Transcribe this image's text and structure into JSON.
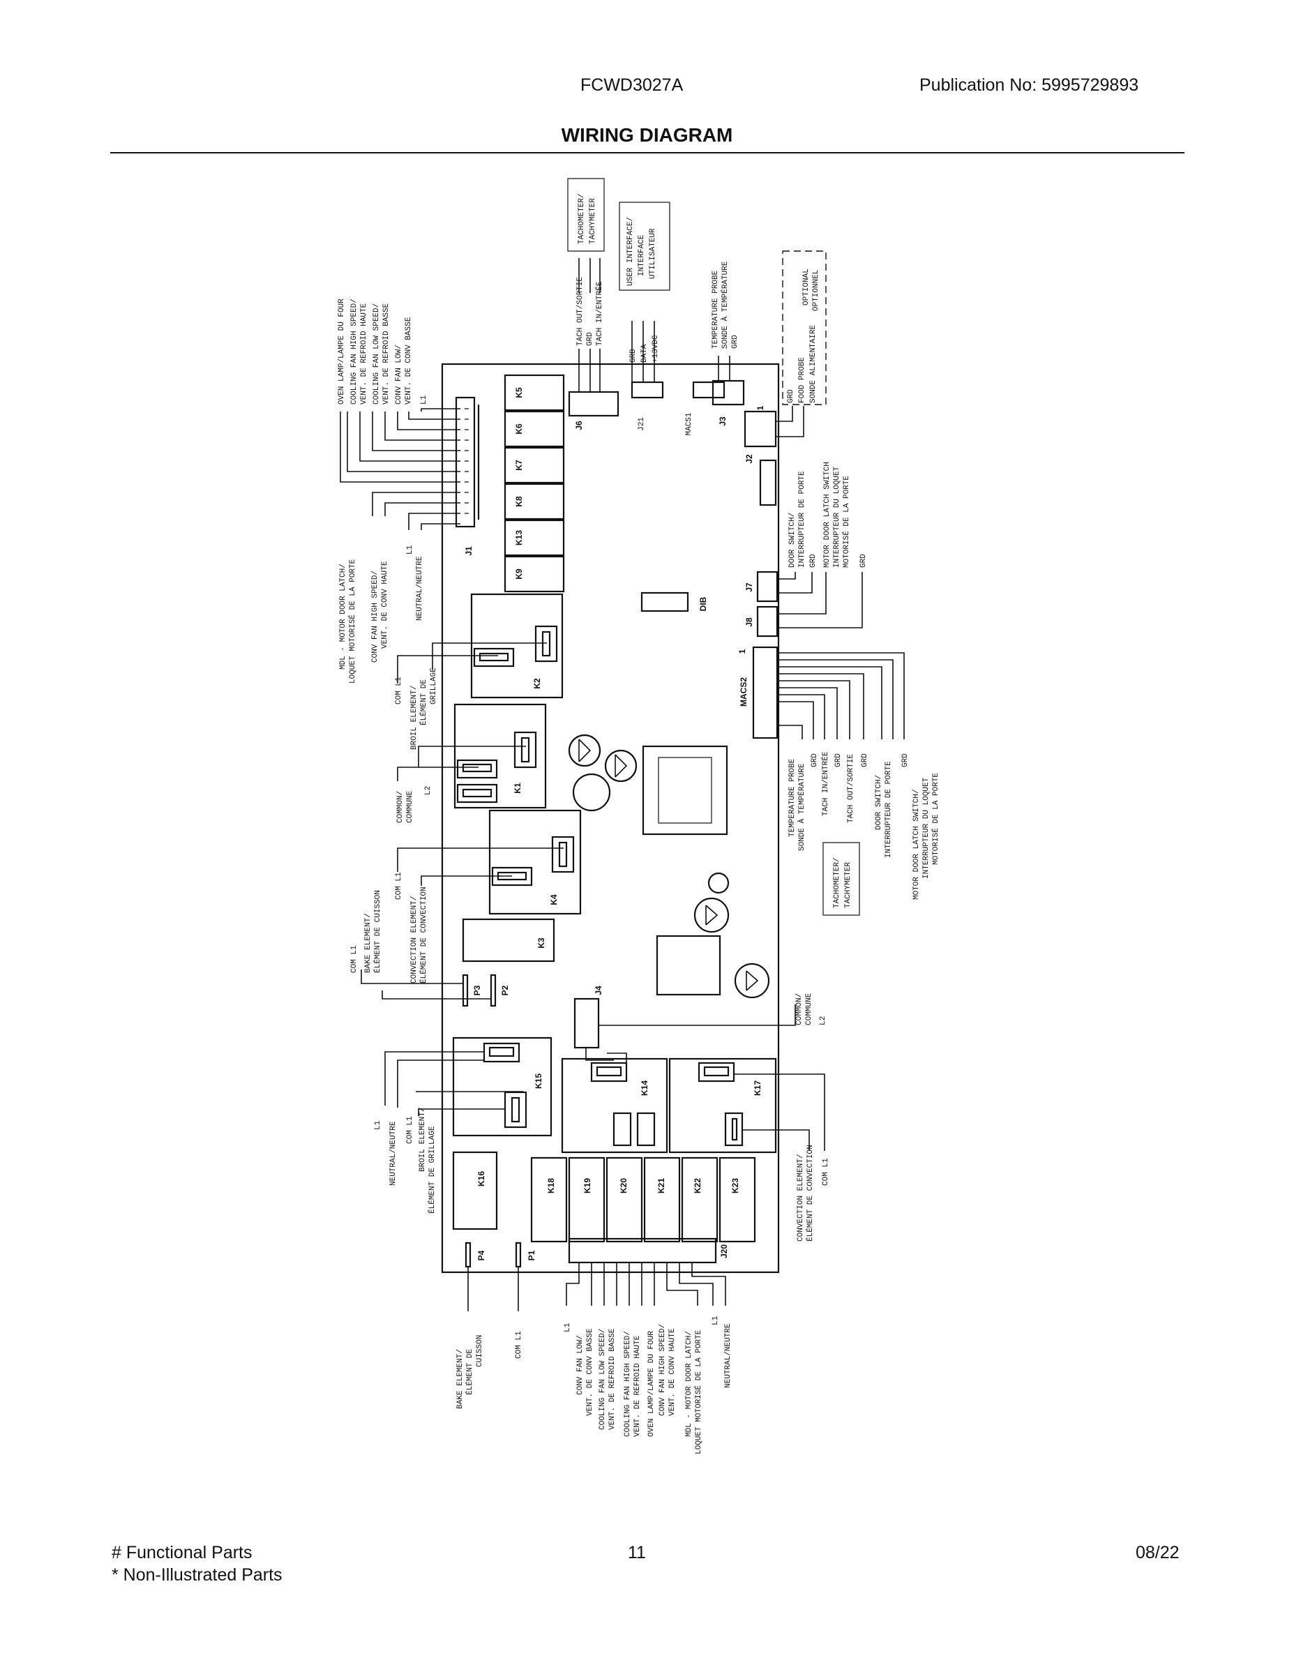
{
  "header": {
    "model": "FCWD3027A",
    "publication": "Publication No:  5995729893",
    "title": "WIRING DIAGRAM"
  },
  "footer": {
    "legend_functional": "# Functional Parts",
    "legend_non_illustrated": "* Non-Illustrated Parts",
    "page_number": "11",
    "date": "08/22"
  },
  "components": {
    "relays": [
      "K5",
      "K6",
      "K7",
      "K8",
      "K13",
      "K9",
      "K2",
      "K1",
      "K4",
      "K3",
      "K15",
      "K14",
      "K17",
      "K16",
      "K18",
      "K19",
      "K20",
      "K21",
      "K22",
      "K23"
    ],
    "connectors": [
      "J1",
      "J2",
      "J3",
      "J4",
      "J6",
      "J7",
      "J8",
      "J20",
      "J21",
      "MACS1",
      "MACS2",
      "DIB",
      "P1",
      "P2",
      "P3",
      "P4"
    ]
  },
  "labels": {
    "j1_top_1": "OVEN LAMP/LAMPE DU FOUR",
    "j1_top_2": "COOLING FAN HIGH SPEED/",
    "j1_top_3": "VENT. DE REFROID HAUTE",
    "j1_top_4": "COOLING FAN LOW SPEED/",
    "j1_top_5": "VENT. DE REFROID BASSE",
    "j1_top_6": "CONV FAN LOW/",
    "j1_top_7": "VENT. DE CONV BASSE",
    "j1_top_8": "L1",
    "j1_bot_1": "MDL - MOTOR DOOR LATCH/",
    "j1_bot_2": "LOQUET MOTORISÉ DE LA PORTE",
    "j1_bot_3": "CONV FAN HIGH SPEED/",
    "j1_bot_4": "VENT. DE CONV HAUTE",
    "j1_bot_5": "L1",
    "j1_bot_6": "NEUTRAL/NEUTRE",
    "k2_1": "COM L1",
    "k2_2": "BROIL ELEMENT/",
    "k2_3": "ÉLÉMENT DE",
    "k2_4": "GRILLAGE",
    "k1_1": "COMMON/",
    "k1_2": "COMMUNE",
    "k1_3": "L2",
    "k4_1": "COM L1",
    "k4_2": "CONVECTION ELEMENT/",
    "k4_3": "ÉLÉMENT DE CONVECTION",
    "p2_1": "COM L1",
    "p2_2": "BAKE ELEMENT/",
    "p2_3": "ÉLÉMENT DE CUISSON",
    "k15_1": "L1",
    "k15_2": "NEUTRAL/NEUTRE",
    "k15_3": "COM L1",
    "k15_4": "BROIL ELEMENT/",
    "k15_5": "ÉLÉMENT DE GRILLAGE",
    "p4_1": "BAKE ELEMENT/",
    "p4_2": "ÉLÉMENT DE",
    "p4_3": "CUISSON",
    "p3_1": "COM L1",
    "j20_1": "L1",
    "j20_2": "CONV FAN LOW/",
    "j20_3": "VENT. DE CONV BASSE",
    "j20_4": "COOLING FAN LOW SPEED/",
    "j20_5": "VENT. DE REFROID BASSE",
    "j20_6": "COOLING FAN HIGH SPEED/",
    "j20_7": "VENT. DE REFROID HAUTE",
    "j20_8": "OVEN LAMP/LAMPE DU FOUR",
    "j20_9": "CONV FAN HIGH SPEED/",
    "j20_10": "VENT. DE CONV HAUTE",
    "j20_11": "MDL - MOTOR DOOR LATCH/",
    "j20_12": "LOQUET MOTORISÉ DE LA PORTE",
    "j20_13": "L1",
    "j20_14": "NEUTRAL/NEUTRE",
    "j6_1": "TACH OUT/SORTIE",
    "j6_2": "GRD",
    "j6_3": "TACH IN/ENTRÉE",
    "tach_box_1": "TACHOMETER/",
    "tach_box_2": "TACHYMETER",
    "macs_1": "GRD",
    "macs_2": "DATA",
    "macs_3": "+13VDC",
    "ui_box_1": "USER INTERFACE/",
    "ui_box_2": "INTERFACE",
    "ui_box_3": "UTILISATEUR",
    "j3_1": "TEMPERATURE PROBE",
    "j3_2": "SONDE À TEMPÉRATURE",
    "j3_3": "GRD",
    "opt_1": "OPTIONAL",
    "opt_2": "OPTIONNEL",
    "opt_3": "GRD",
    "opt_4": "FOOD PROBE",
    "opt_5": "SONDE ALIMENTAIRE",
    "j7_1": "DOOR SWITCH/",
    "j7_2": "INTERRUPTEUR DE PORTE",
    "j7_3": "GRD",
    "j8_1": "MOTOR DOOR LATCH SWITCH",
    "j8_2": "INTERRUPTEUR DU LOQUET",
    "j8_3": "MOTORISÉ DE LA PORTE",
    "j8_4": "GRD",
    "j21_1": "TEMPERATURE PROBE",
    "j21_2": "SONDE À TEMPÉRATURE",
    "j21_3": "GRD",
    "j21_4": "TACH IN/ENTRÉE",
    "j21_5": "GRD",
    "j21_6": "TACH OUT/SORTIE",
    "j21_7": "GRD",
    "j21_8": "DOOR SWITCH/",
    "j21_9": "INTERRUPTEUR DE PORTE",
    "j21_10": "GRD",
    "j21_11": "MOTOR DOOR LATCH SWITCH/",
    "j21_12": "INTERRUPTEUR DU LOQUET",
    "j21_13": "MOTORISÉ DE LA PORTE",
    "j4_1": "COMMON/",
    "j4_2": "COMMUNE",
    "j4_3": "L2",
    "k17_1": "CONVECTION ELEMENT/",
    "k17_2": "ÉLÉMENT DE CONVECTION",
    "k17_3": "COM L1",
    "pin_one": "1"
  }
}
